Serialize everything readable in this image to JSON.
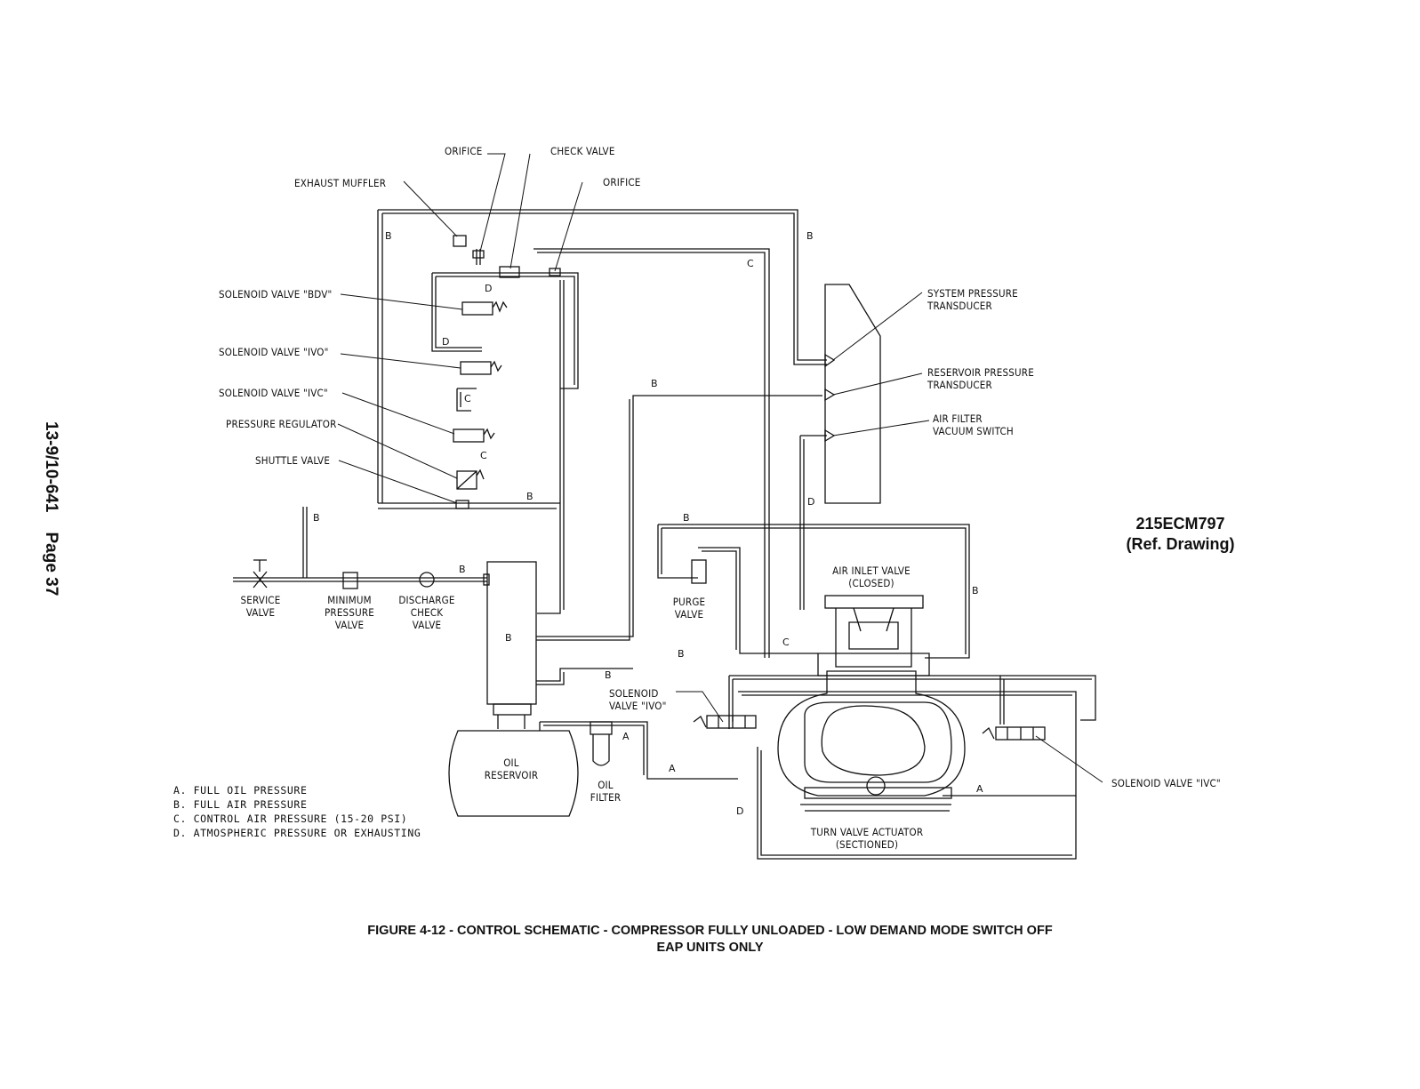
{
  "side_header": {
    "doc_number": "13-9/10-641",
    "page": "Page 37"
  },
  "ref_drawing": {
    "number": "215ECM797",
    "note": "(Ref. Drawing)"
  },
  "caption": {
    "line1": "FIGURE 4-12  -  CONTROL SCHEMATIC - COMPRESSOR FULLY UNLOADED - LOW DEMAND MODE SWITCH OFF",
    "line2": "EAP UNITS ONLY"
  },
  "legend": [
    "A. FULL OIL PRESSURE",
    "B. FULL AIR PRESSURE",
    "C. CONTROL AIR PRESSURE (15-20 PSI)",
    "D. ATMOSPHERIC PRESSURE OR EXHAUSTING"
  ],
  "components": {
    "orifice_top": "ORIFICE",
    "check_valve": "CHECK VALVE",
    "orifice_right": "ORIFICE",
    "exhaust_muffler": "EXHAUST MUFFLER",
    "sol_bdv": "SOLENOID VALVE \"BDV\"",
    "sol_ivo": "SOLENOID VALVE \"IVO\"",
    "sol_ivc": "SOLENOID VALVE \"IVC\"",
    "pressure_regulator": "PRESSURE REGULATOR",
    "shuttle_valve": "SHUTTLE VALVE",
    "system_pressure": [
      "SYSTEM PRESSURE",
      "TRANSDUCER"
    ],
    "reservoir_pressure": [
      "RESERVOIR PRESSURE",
      "TRANSDUCER"
    ],
    "air_filter_switch": [
      "AIR FILTER",
      "VACUUM SWITCH"
    ],
    "service_valve": [
      "SERVICE",
      "VALVE"
    ],
    "minimum_pressure_valve": [
      "MINIMUM",
      "PRESSURE",
      "VALVE"
    ],
    "discharge_check_valve": [
      "DISCHARGE",
      "CHECK",
      "VALVE"
    ],
    "purge_valve": [
      "PURGE",
      "VALVE"
    ],
    "air_inlet_valve": [
      "AIR INLET VALVE",
      "(CLOSED)"
    ],
    "sol_ivo_bottom": [
      "SOLENOID",
      "VALVE \"IVO\""
    ],
    "sol_ivc_bottom": "SOLENOID VALVE \"IVC\"",
    "oil_reservoir": [
      "OIL",
      "RESERVOIR"
    ],
    "oil_filter": [
      "OIL",
      "FILTER"
    ],
    "turn_valve_actuator": [
      "TURN VALVE ACTUATOR",
      "(SECTIONED)"
    ]
  },
  "line_labels": {
    "b_upper_left": "B",
    "b_upper_right": "B",
    "c_top": "C",
    "d_bdv": "D",
    "d_ivo": "D",
    "c_ivc": "C",
    "c_reg": "C",
    "b_shuttle": "B",
    "b_header": "B",
    "b_mid": "B",
    "b_purge": "B",
    "d_sensor": "D",
    "b_discharge": "B",
    "b_sep": "B",
    "b_inlet": "B",
    "c_inlet": "C",
    "b_lower": "B",
    "b_lower2": "B",
    "a_filter": "A",
    "a_lower": "A",
    "d_lower": "D",
    "a_right": "A"
  }
}
